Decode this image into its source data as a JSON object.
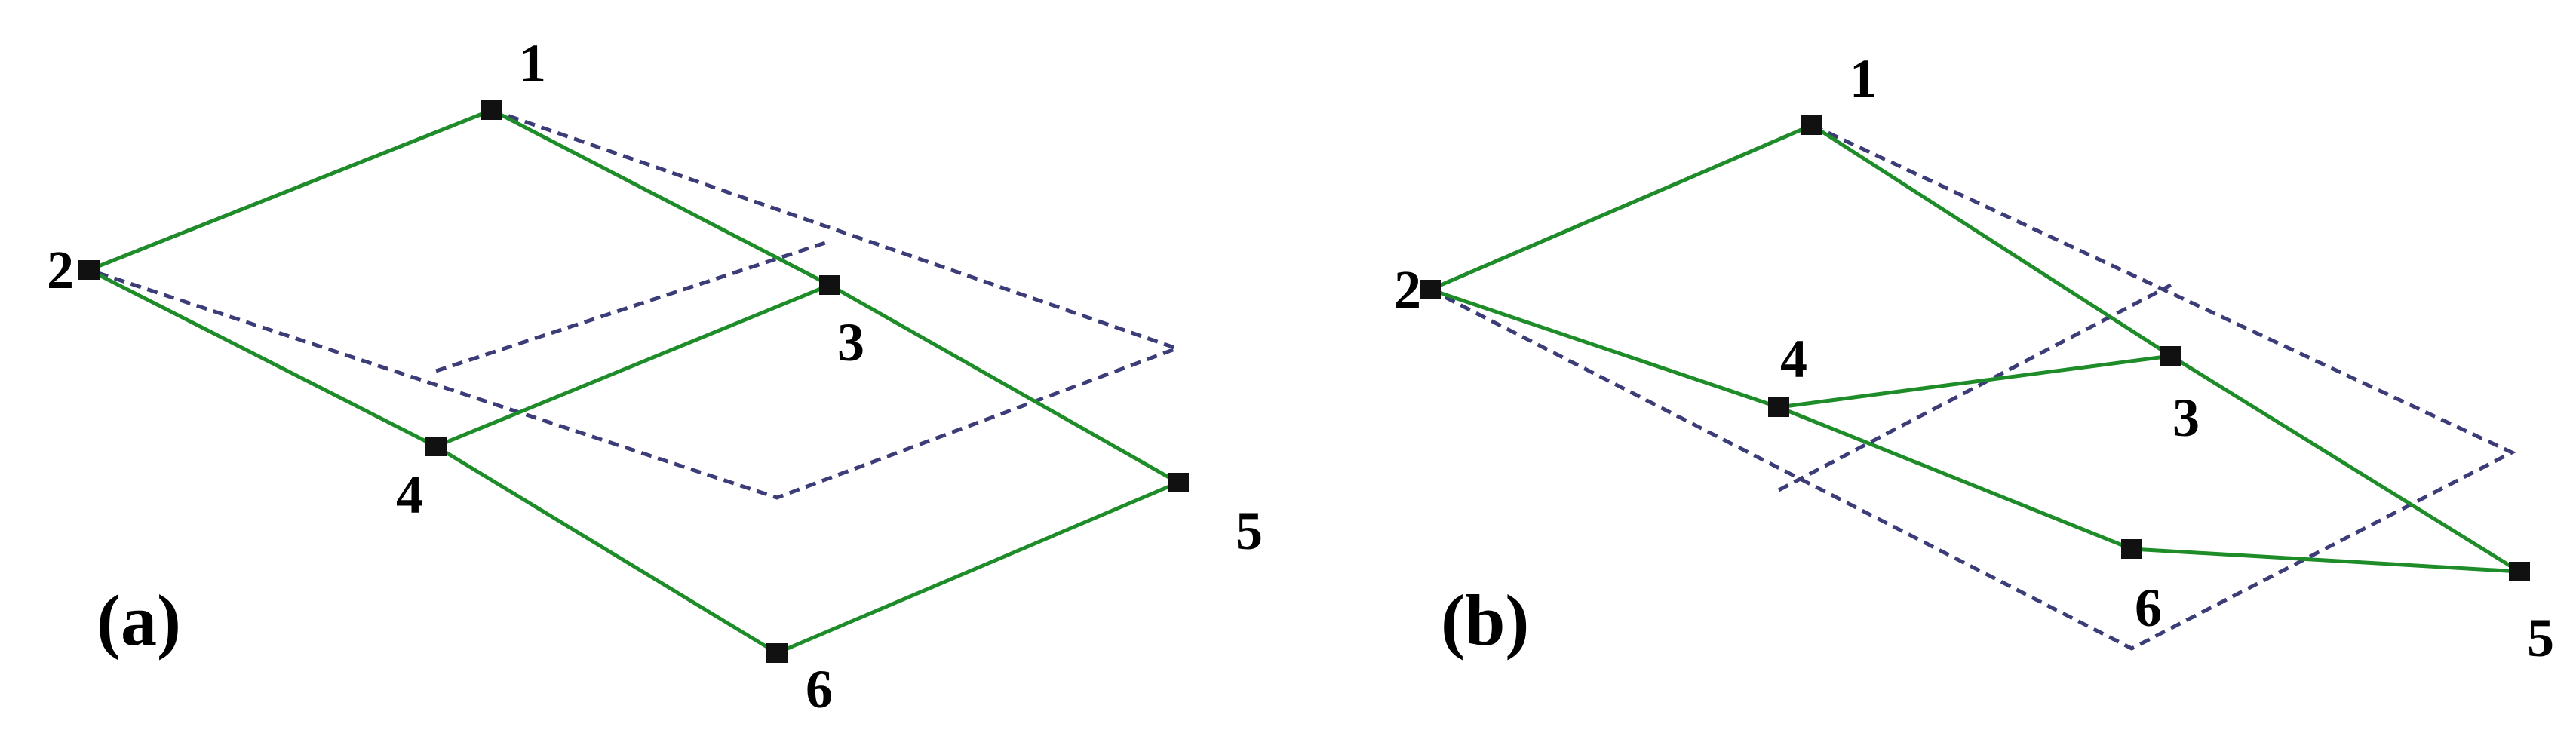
{
  "colors": {
    "deformed": "#1e8c28",
    "undeformed": "#3c3c78",
    "node": "#111111"
  },
  "panels": [
    {
      "label": "(a)",
      "nodes": [
        {
          "id": "1",
          "label": "1"
        },
        {
          "id": "2",
          "label": "2"
        },
        {
          "id": "3",
          "label": "3"
        },
        {
          "id": "4",
          "label": "4"
        },
        {
          "id": "5",
          "label": "5"
        },
        {
          "id": "6",
          "label": "6"
        }
      ],
      "solid_edges": [
        [
          "1",
          "2"
        ],
        [
          "1",
          "3"
        ],
        [
          "3",
          "5"
        ],
        [
          "2",
          "4"
        ],
        [
          "4",
          "3"
        ],
        [
          "4",
          "6"
        ],
        [
          "6",
          "5"
        ]
      ]
    },
    {
      "label": "(b)",
      "nodes": [
        {
          "id": "1",
          "label": "1"
        },
        {
          "id": "2",
          "label": "2"
        },
        {
          "id": "3",
          "label": "3"
        },
        {
          "id": "4",
          "label": "4"
        },
        {
          "id": "5",
          "label": "5"
        },
        {
          "id": "6",
          "label": "6"
        }
      ],
      "solid_edges": [
        [
          "1",
          "2"
        ],
        [
          "1",
          "3"
        ],
        [
          "3",
          "5"
        ],
        [
          "2",
          "4"
        ],
        [
          "4",
          "3"
        ],
        [
          "4",
          "6"
        ],
        [
          "6",
          "5"
        ]
      ]
    }
  ]
}
